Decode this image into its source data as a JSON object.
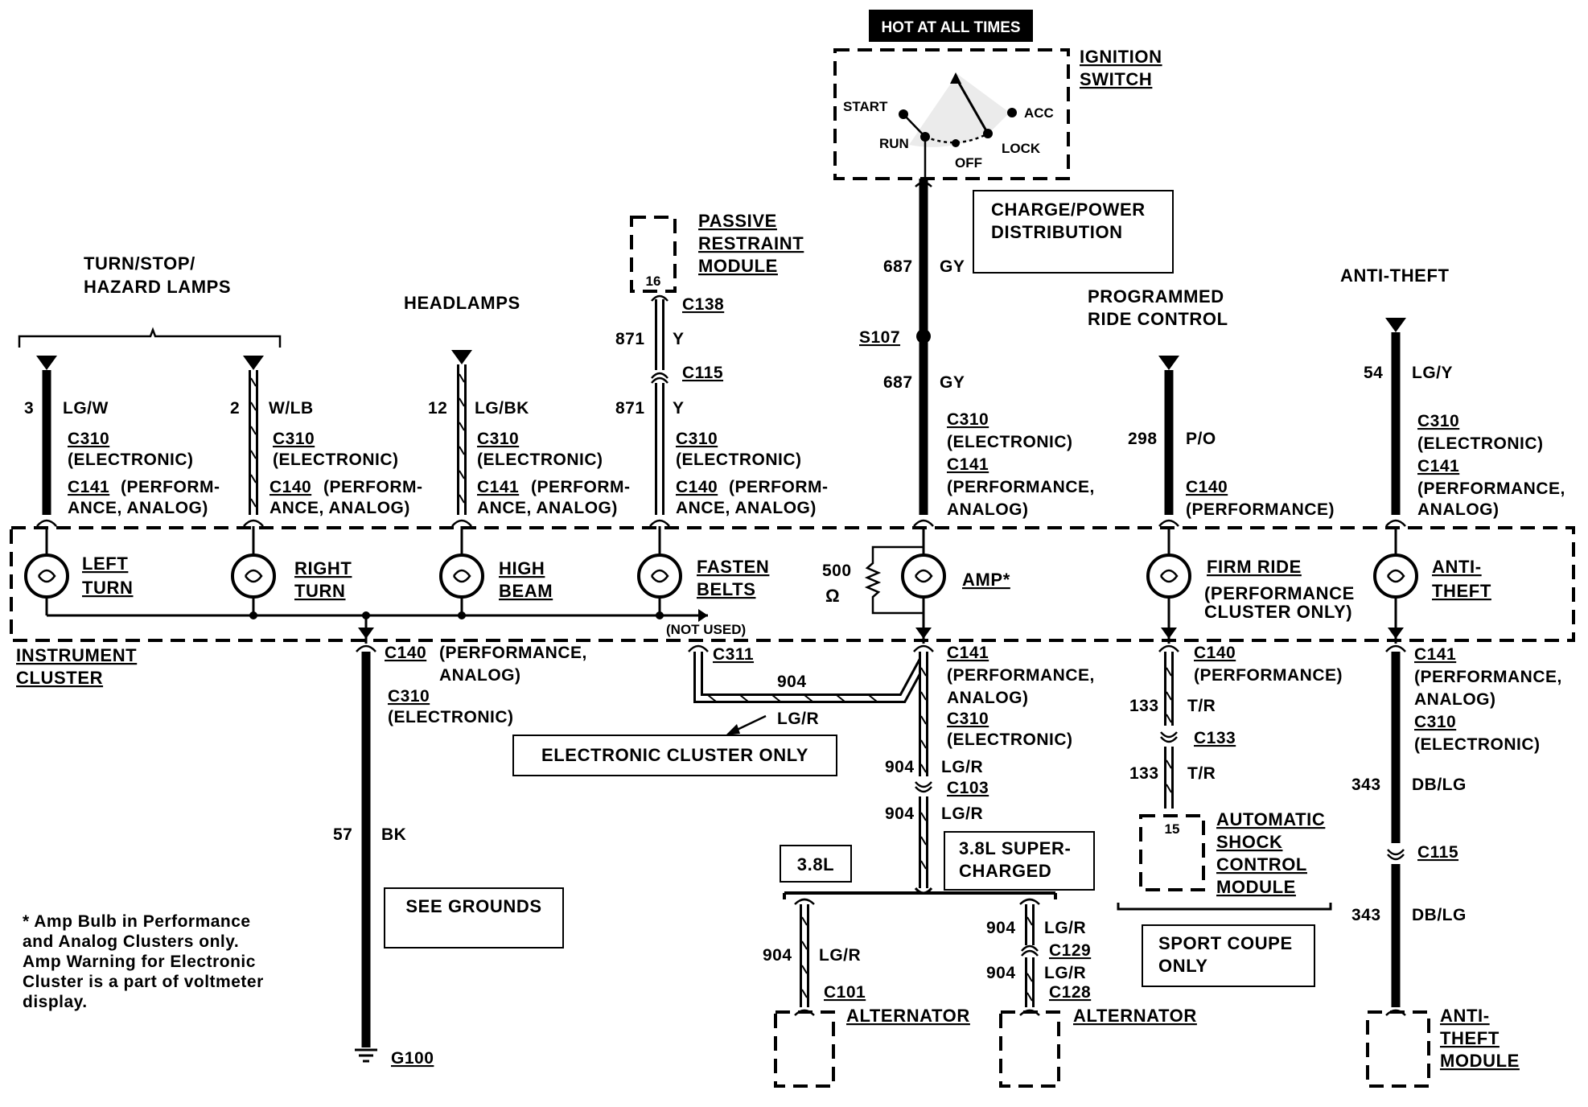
{
  "header": {
    "hot_label": "HOT AT ALL TIMES"
  },
  "ignition": {
    "title_line1": "IGNITION",
    "title_line2": "SWITCH",
    "positions": {
      "start": "START",
      "run": "RUN",
      "off": "OFF",
      "lock": "LOCK",
      "acc": "ACC"
    }
  },
  "charge_box": {
    "line1": "CHARGE/POWER",
    "line2": "DISTRIBUTION"
  },
  "feeds": {
    "turn_line1": "TURN/STOP/",
    "turn_line2": "HAZARD LAMPS",
    "headlamps": "HEADLAMPS",
    "prc_line1": "PROGRAMMED",
    "prc_line2": "RIDE CONTROL",
    "antitheft": "ANTI-THEFT"
  },
  "passive_restraint": {
    "line1": "PASSIVE",
    "line2": "RESTRAINT",
    "line3": "MODULE",
    "pin": "16"
  },
  "wires": {
    "left_turn": {
      "circuit": "3",
      "color": "LG/W"
    },
    "right_turn": {
      "circuit": "2",
      "color": "W/LB"
    },
    "high_beam": {
      "circuit": "12",
      "color": "LG/BK"
    },
    "fasten_top": {
      "circuit": "871",
      "color": "Y"
    },
    "fasten_mid": {
      "circuit": "871",
      "color": "Y"
    },
    "amp_top": {
      "circuit": "687",
      "color": "GY"
    },
    "amp_mid": {
      "circuit": "687",
      "color": "GY"
    },
    "firm_ride": {
      "circuit": "298",
      "color": "P/O"
    },
    "antitheft_top": {
      "circuit": "54",
      "color": "LG/Y"
    },
    "ground": {
      "circuit": "57",
      "color": "BK"
    },
    "elec_cluster": {
      "circuit": "904",
      "color": "LG/R"
    },
    "amp_down1": {
      "circuit": "904",
      "color": "LG/R"
    },
    "amp_down2": {
      "circuit": "904",
      "color": "LG/R"
    },
    "alt1": {
      "circuit": "904",
      "color": "LG/R"
    },
    "alt2a": {
      "circuit": "904",
      "color": "LG/R"
    },
    "alt2b": {
      "circuit": "904",
      "color": "LG/R"
    },
    "firm_down1": {
      "circuit": "133",
      "color": "T/R"
    },
    "firm_down2": {
      "circuit": "133",
      "color": "T/R"
    },
    "at_down1": {
      "circuit": "343",
      "color": "DB/LG"
    },
    "at_down2": {
      "circuit": "343",
      "color": "DB/LG"
    }
  },
  "connectors": {
    "c310": "C310",
    "c141": "C141",
    "c140": "C140",
    "c138": "C138",
    "c115": "C115",
    "s107": "S107",
    "c311": "C311",
    "c103": "C103",
    "c133": "C133",
    "c101": "C101",
    "c129": "C129",
    "c128": "C128",
    "g100": "G100"
  },
  "notes": {
    "electronic": "(ELECTRONIC)",
    "perf_analog_a": "(PERFORM-",
    "perf_analog_b": "ANCE, ANALOG)",
    "perf_analog_c": "(PERFORMANCE,",
    "analog": "ANALOG)",
    "analog_p": "ANALOG)",
    "performance": "(PERFORMANCE)",
    "performance_open": "(PERFORMANCE,",
    "not_used": "(NOT USED)"
  },
  "lamps": {
    "left_turn": [
      "LEFT",
      "TURN"
    ],
    "right_turn": [
      "RIGHT",
      "TURN"
    ],
    "high_beam": [
      "HIGH",
      "BEAM"
    ],
    "fasten_belts": [
      "FASTEN",
      "BELTS"
    ],
    "amp": "AMP*",
    "firm_ride": [
      "FIRM RIDE",
      "(PERFORMANCE",
      "CLUSTER ONLY)"
    ],
    "anti_theft": [
      "ANTI-",
      "THEFT"
    ]
  },
  "resistor": {
    "value": "500",
    "unit": "Ω"
  },
  "cluster": {
    "line1": "INSTRUMENT",
    "line2": "CLUSTER"
  },
  "boxes": {
    "electronic_only": "ELECTRONIC CLUSTER ONLY",
    "see_grounds": "SEE GROUNDS",
    "v38": "3.8L",
    "v38sc_line1": "3.8L SUPER-",
    "v38sc_line2": "CHARGED",
    "sport_line1": "SPORT COUPE",
    "sport_line2": "ONLY"
  },
  "modules": {
    "alternator": "ALTERNATOR",
    "asc_line1": "AUTOMATIC",
    "asc_line2": "SHOCK",
    "asc_line3": "CONTROL",
    "asc_line4": "MODULE",
    "asc_pin": "15",
    "atm_line1": "ANTI-",
    "atm_line2": "THEFT",
    "atm_line3": "MODULE"
  },
  "footnote": [
    "* Amp Bulb in Performance",
    "and Analog Clusters only.",
    "Amp Warning for Electronic",
    "Cluster is a part of voltmeter",
    "display."
  ]
}
